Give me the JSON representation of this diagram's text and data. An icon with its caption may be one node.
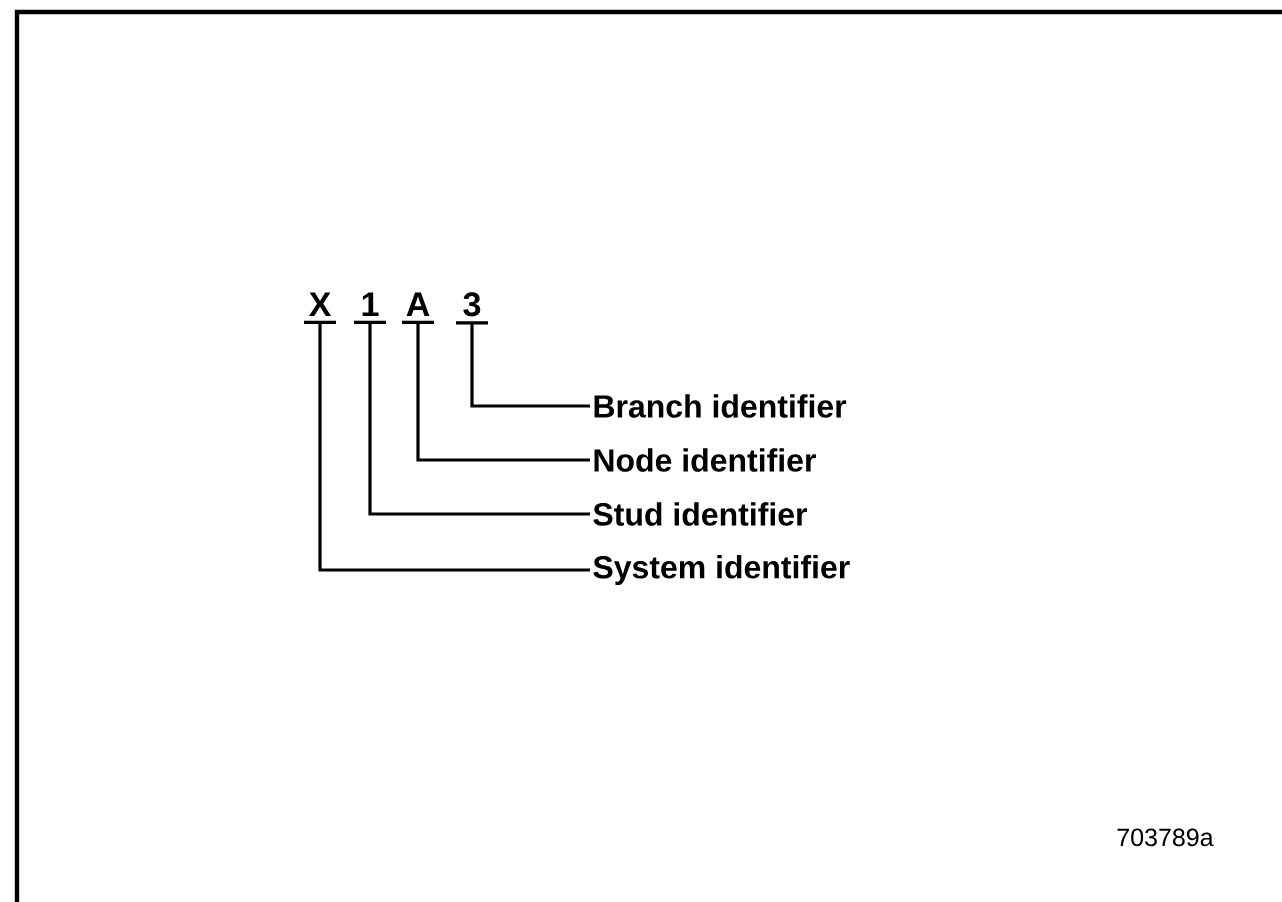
{
  "diagram": {
    "nodes": [
      {
        "text": [
          "X"
        ]
      },
      {
        "text": [
          "1"
        ]
      },
      {
        "text": [
          "A"
        ]
      },
      {
        "text": [
          "3"
        ]
      },
      {
        "text": [
          "Branch identifier"
        ]
      },
      {
        "text": [
          "Node identifier"
        ]
      },
      {
        "text": [
          "Stud identifier"
        ]
      },
      {
        "text": [
          "System identifier"
        ]
      }
    ],
    "edges": [
      {
        "from": 3,
        "to": 4,
        "arrow": "none"
      },
      {
        "from": 2,
        "to": 5,
        "arrow": "none"
      },
      {
        "from": 1,
        "to": 6,
        "arrow": "none"
      },
      {
        "from": 0,
        "to": 7,
        "arrow": "none"
      }
    ],
    "labels": [
      "703789a"
    ]
  }
}
